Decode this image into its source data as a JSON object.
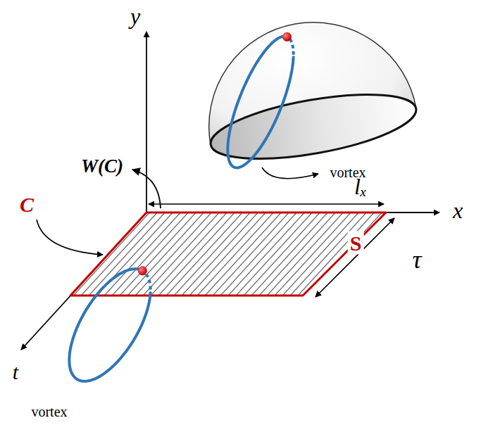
{
  "diagram": {
    "labels": [
      "y",
      "x",
      "t",
      "W(C)",
      "C",
      "S",
      "lₓ",
      "τ",
      "vortex",
      "vortex"
    ]
  }
}
